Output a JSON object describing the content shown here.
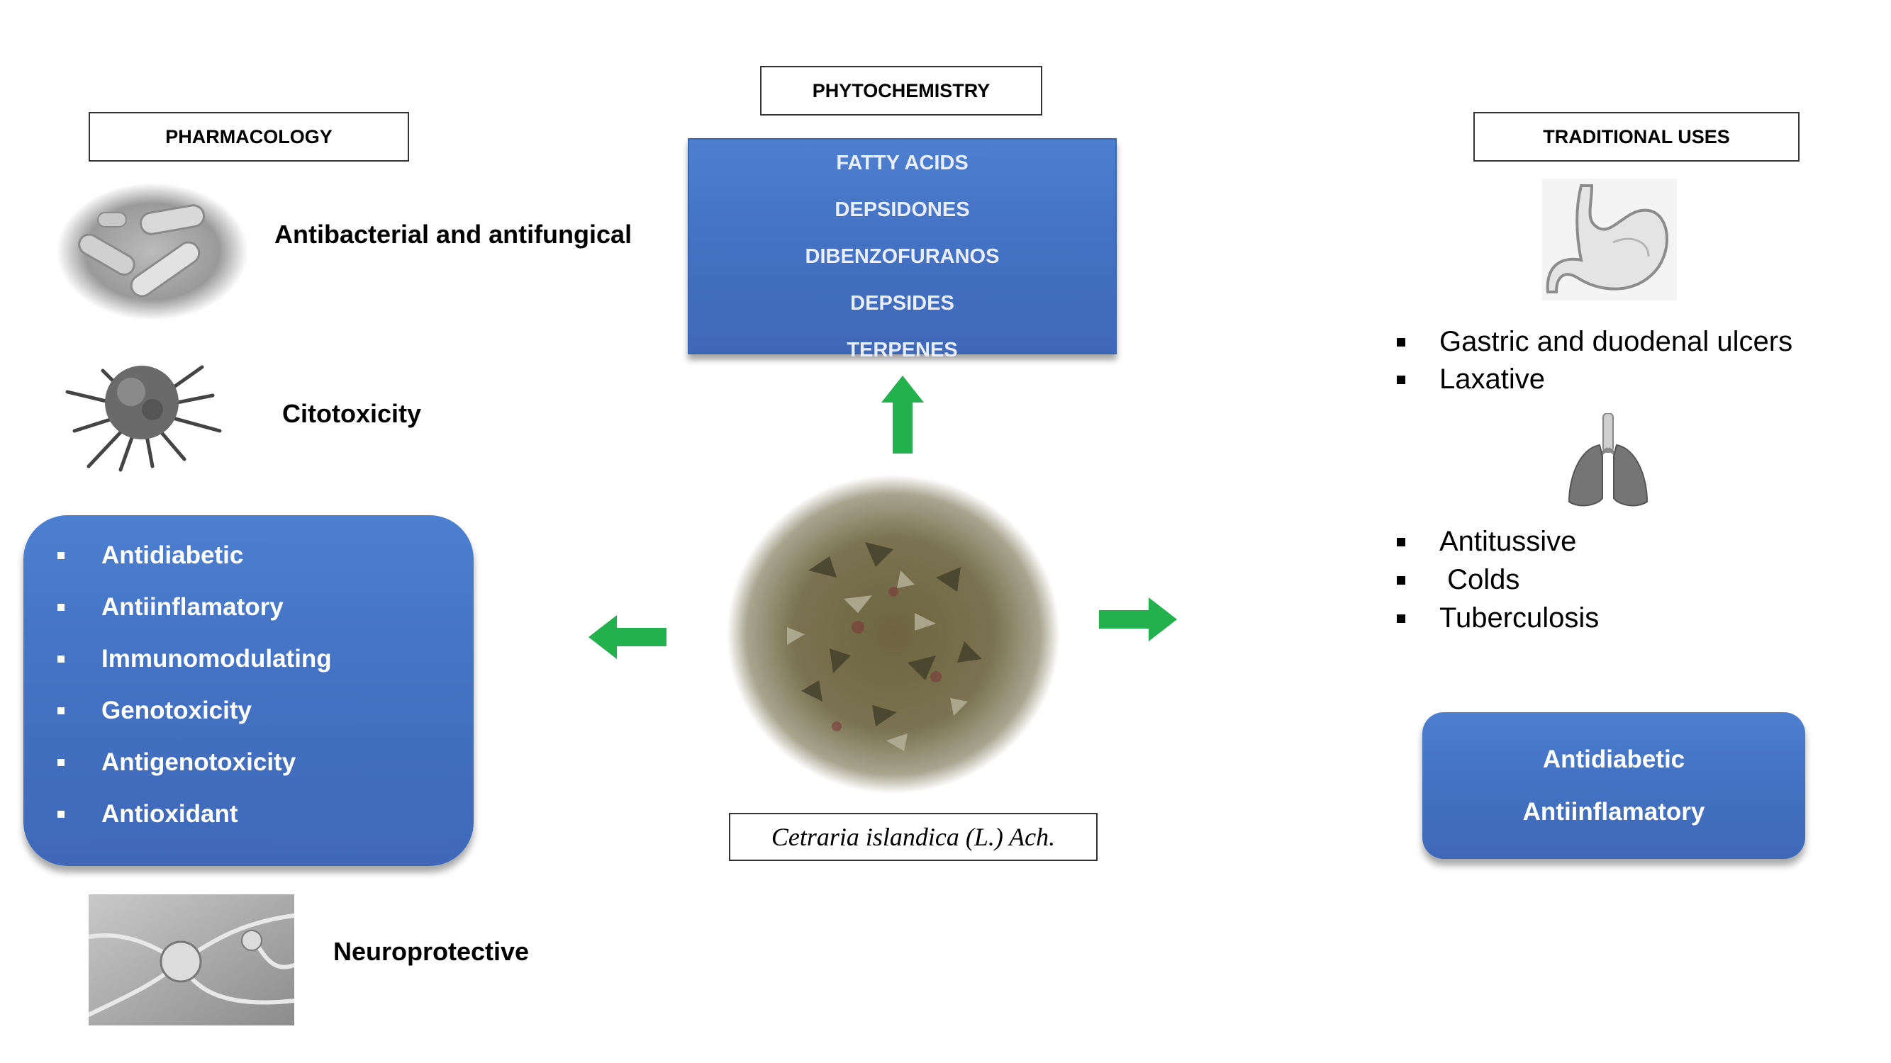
{
  "headers": {
    "phytochemistry": "PHYTOCHEMISTRY",
    "pharmacology": "PHARMACOLOGY",
    "traditional_uses": "TRADITIONAL USES"
  },
  "phytochemistry_items": [
    "FATTY ACIDS",
    "DEPSIDONES",
    "DIBENZOFURANOS",
    "DEPSIDES",
    "TERPENES"
  ],
  "pharmacology": {
    "antibacterial": "Antibacterial and antifungical",
    "citotoxicity": "Citotoxicity",
    "neuroprotective": "Neuroprotective",
    "box_items": [
      "Antidiabetic",
      "Antiinflamatory",
      "Immunomodulating",
      "Genotoxicity",
      "Antigenotoxicity",
      "Antioxidant"
    ]
  },
  "traditional_uses": {
    "gastric_items": [
      "Gastric and duodenal ulcers",
      "Laxative"
    ],
    "respiratory_items": [
      "Antitussive",
      " Colds",
      "Tuberculosis"
    ],
    "box_items": [
      "Antidiabetic",
      "Antiinflamatory"
    ]
  },
  "species": "Cetraria islandica (L.) Ach.",
  "colors": {
    "box_blue": "#4472c4",
    "arrow_green": "#22b14c"
  },
  "icons": [
    "bacteria-icon",
    "cancer-cell-icon",
    "neuron-icon",
    "stomach-icon",
    "lungs-icon",
    "lichen-image"
  ]
}
